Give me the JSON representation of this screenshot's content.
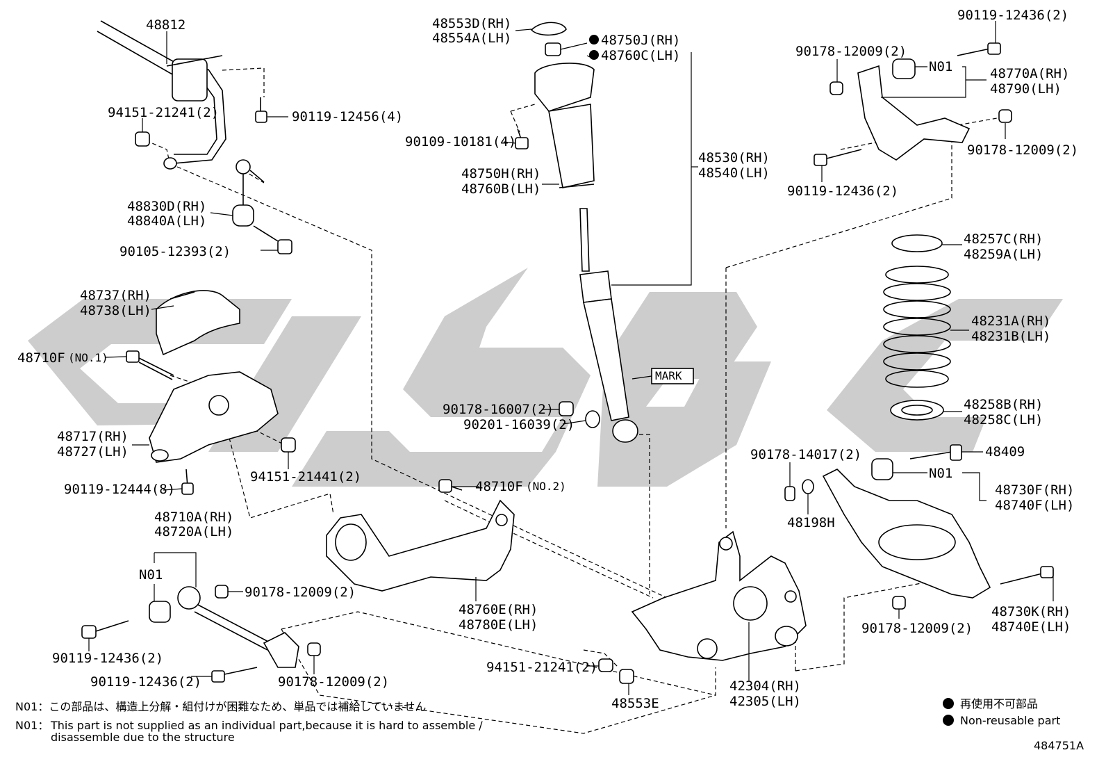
{
  "parts": {
    "p48812": "48812",
    "p94151_21241": "94151-21241(2)",
    "p90119_12456": "90119-12456(4)",
    "p48830": [
      "48830D(RH)",
      "48840A(LH)"
    ],
    "p90105_12393": "90105-12393(2)",
    "p48737": [
      "48737(RH)",
      "48738(LH)"
    ],
    "p48710F_no1": "48710F",
    "p48710F_no1_suffix": "(NO.1)",
    "p48717": [
      "48717(RH)",
      "48727(LH)"
    ],
    "p94151_21441": "94151-21441(2)",
    "p90119_12444": "90119-12444(8)",
    "p48710A": [
      "48710A(RH)",
      "48720A(LH)"
    ],
    "n01_left": "N01",
    "p90178_12009_a": "90178-12009(2)",
    "p90119_12436_a": "90119-12436(2)",
    "p90119_12436_b": "90119-12436(2)",
    "p90178_12009_b": "90178-12009(2)",
    "p48553": [
      "48553D(RH)",
      "48554A(LH)"
    ],
    "p48750J": [
      "48750J(RH)",
      "48760C(LH)"
    ],
    "p90109_10181": "90109-10181(4)",
    "p48750H": [
      "48750H(RH)",
      "48760B(LH)"
    ],
    "p48530": [
      "48530(RH)",
      "48540(LH)"
    ],
    "mark": "MARK",
    "p90178_16007": "90178-16007(2)",
    "p90201_16039": "90201-16039(2)",
    "p48710F_no2": "48710F",
    "p48710F_no2_suffix": "(NO.2)",
    "p48760E": [
      "48760E(RH)",
      "48780E(LH)"
    ],
    "p94151_21241_b": "94151-21241(2)",
    "p48553E": "48553E",
    "p42304": [
      "42304(RH)",
      "42305(LH)"
    ],
    "p90119_12436_top": "90119-12436(2)",
    "p90178_12009_c": "90178-12009(2)",
    "n01_top": "N01",
    "p48770A": [
      "48770A(RH)",
      "48790(LH)"
    ],
    "p90178_12009_d": "90178-12009(2)",
    "p90119_12436_c": "90119-12436(2)",
    "p48257C": [
      "48257C(RH)",
      "48259A(LH)"
    ],
    "p48231A": [
      "48231A(RH)",
      "48231B(LH)"
    ],
    "p48258B": [
      "48258B(RH)",
      "48258C(LH)"
    ],
    "p90178_14017": "90178-14017(2)",
    "p48409": "48409",
    "n01_right": "N01",
    "p48730F": [
      "48730F(RH)",
      "48740F(LH)"
    ],
    "p48198H": "48198H",
    "p48730K": [
      "48730K(RH)",
      "48740E(LH)"
    ],
    "p90178_12009_e": "90178-12009(2)"
  },
  "notes": {
    "jp": "N01：この部品は、構造上分解・組付けが困難なため、単品では補給していません",
    "en_label": "N01：",
    "en_line1": "This part is not supplied as an individual part,because it is hard to assemble /",
    "en_line2": "disassemble due to the structure"
  },
  "legend": {
    "jp": "再使用不可部品",
    "en": "Non-reusable part"
  },
  "diagram_id": "484751A",
  "colors": {
    "watermark": "#c4c4c4",
    "line": "#000000"
  }
}
